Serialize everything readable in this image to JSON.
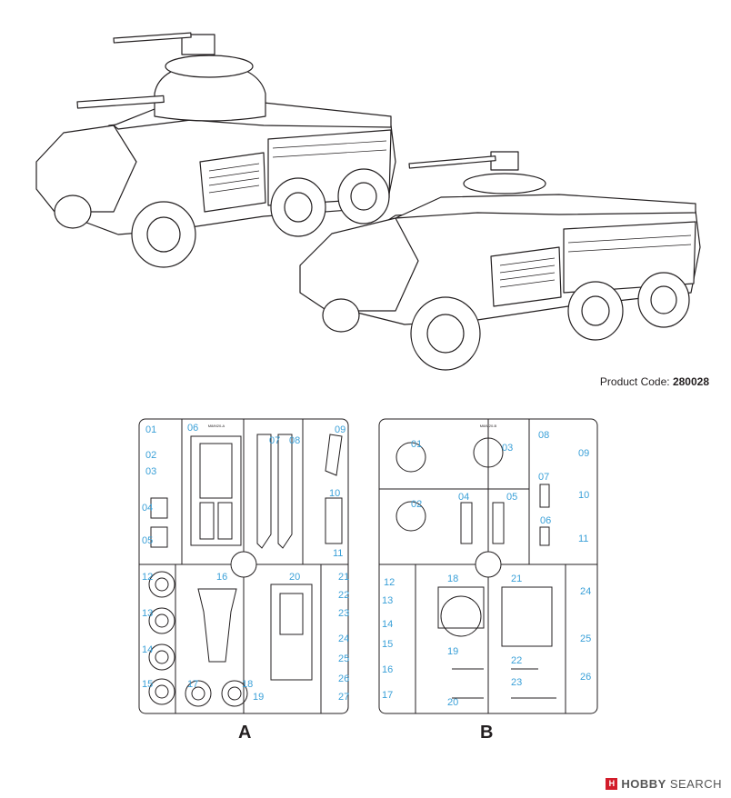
{
  "product": {
    "code_label": "Product Code:",
    "code_value": "280028"
  },
  "sprue_a": {
    "letter": "A",
    "tag": "M8/M20-A",
    "part_numbers": [
      "01",
      "02",
      "03",
      "04",
      "05",
      "06",
      "07",
      "08",
      "09",
      "10",
      "11",
      "12",
      "13",
      "14",
      "15",
      "16",
      "17",
      "18",
      "19",
      "20",
      "21",
      "22",
      "23",
      "24",
      "25",
      "26",
      "27"
    ]
  },
  "sprue_b": {
    "letter": "B",
    "tag": "M8/M20-B",
    "part_numbers": [
      "01",
      "02",
      "03",
      "04",
      "05",
      "06",
      "07",
      "08",
      "09",
      "10",
      "11",
      "12",
      "13",
      "14",
      "15",
      "16",
      "17",
      "18",
      "19",
      "20",
      "21",
      "22",
      "23",
      "24",
      "25",
      "26"
    ]
  },
  "watermark": {
    "logo": "H",
    "brand": "HOBBY",
    "search": "SEARCH"
  },
  "colors": {
    "line": "#231f20",
    "part_number": "#3aa0d8",
    "watermark_red": "#d21c2a"
  }
}
